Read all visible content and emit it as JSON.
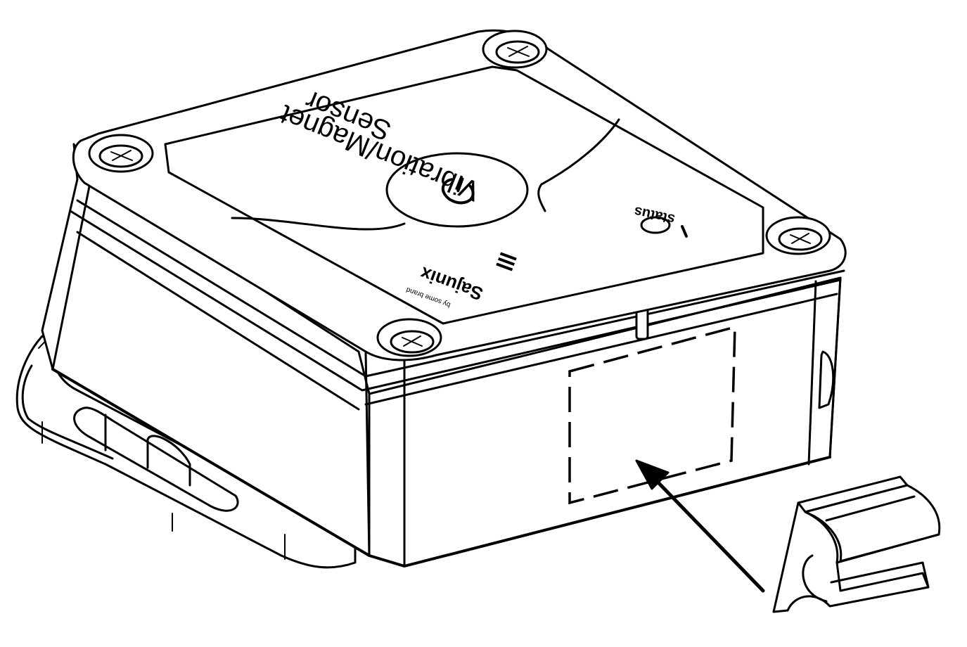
{
  "device": {
    "title_line1": "Vibration/Magnet",
    "title_line2": "Sensor",
    "status_label": "status",
    "brand_name": "Sajunix",
    "brand_tagline": "by some brand",
    "power_button": "power-icon"
  },
  "colors": {
    "stroke": "#000000",
    "background": "#ffffff"
  }
}
